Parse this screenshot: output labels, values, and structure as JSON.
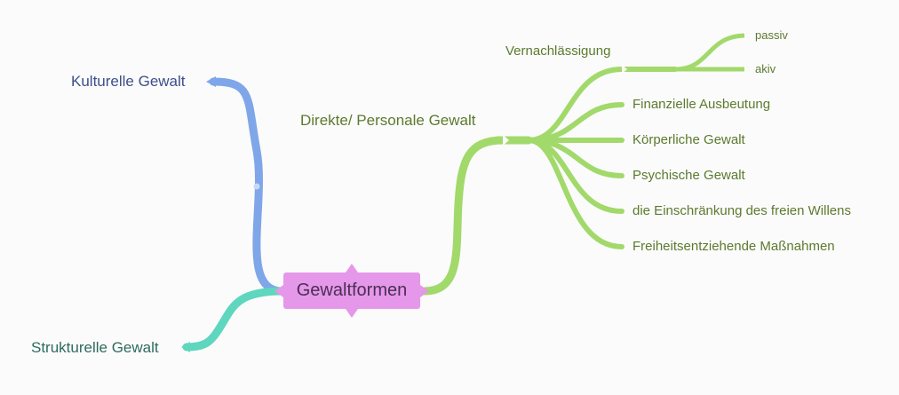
{
  "root": {
    "label": "Gewaltformen"
  },
  "branches": {
    "kulturelle": "Kulturelle Gewalt",
    "strukturelle": "Strukturelle Gewalt",
    "direkte": "Direkte/ Personale Gewalt"
  },
  "direkte_children": {
    "vernachlaessigung": "Vernachlässigung",
    "finanzielle": "Finanzielle Ausbeutung",
    "koerperliche": "Körperliche Gewalt",
    "psychische": "Psychische Gewalt",
    "einschraenkung": "die Einschränkung des freien Willens",
    "freiheit": "Freiheitsentziehende Maßnahmen"
  },
  "vernachlaessigung_children": {
    "passiv": "passiv",
    "akiv": "akiv"
  },
  "colors": {
    "blue_branch": "#7fa6e8",
    "teal_branch": "#5fd6be",
    "green_branch": "#a2d96b",
    "root_fill": "#e597ea",
    "background": "#fbfbfb"
  }
}
